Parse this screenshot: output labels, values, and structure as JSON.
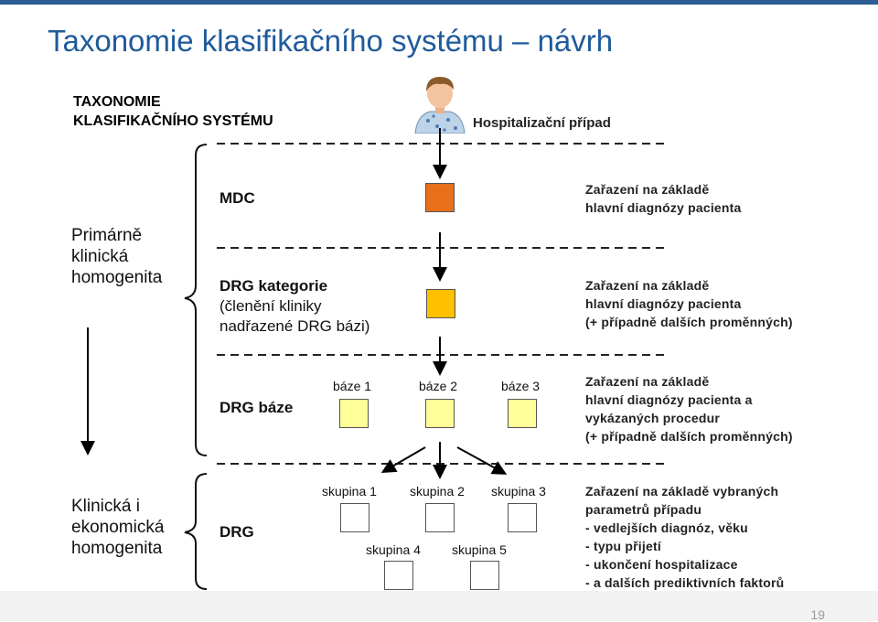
{
  "title": "Taxonomie klasifikačního systému – návrh",
  "taxonomy_heading": [
    "TAXONOMIE",
    "KLASIFIKAČNÍHO SYSTÉMU"
  ],
  "case_label": "Hospitalizační případ",
  "left_labels": {
    "primary": [
      "Primárně",
      "klinická",
      "homogenita"
    ],
    "secondary": [
      "Klinická i",
      "ekonomická",
      "homogenita"
    ]
  },
  "levels": {
    "mdc": "MDC",
    "kategorie": [
      "DRG kategorie",
      "(členění kliniky",
      "nadřazené DRG bázi)"
    ],
    "baze": "DRG báze",
    "drg": "DRG"
  },
  "baze_labels": [
    "báze 1",
    "báze 2",
    "báze 3"
  ],
  "skupina_labels": [
    "skupina 1",
    "skupina 2",
    "skupina 3",
    "skupina 4",
    "skupina 5"
  ],
  "descriptions": {
    "mdc": [
      "Zařazení na základě",
      "hlavní diagnózy pacienta"
    ],
    "kategorie": [
      "Zařazení na základě",
      "hlavní diagnózy pacienta",
      "(+ případně dalších proměnných)"
    ],
    "baze": [
      "Zařazení na základě",
      "hlavní diagnózy pacienta a",
      "vykázaných procedur",
      "(+ případně dalších proměnných)"
    ],
    "drg": [
      "Zařazení na základě vybraných",
      "parametrů případu",
      "- vedlejších diagnóz, věku",
      "- typu přijetí",
      "- ukončení hospitalizace",
      "- a dalších prediktivních faktorů"
    ]
  },
  "colors": {
    "accent": "#2c5d92",
    "title": "#1f5a9b",
    "mdc_box": "#e8701a",
    "kategorie_box": "#ffc000",
    "baze_box": "#ffff99",
    "drg_box": "#ffffff"
  },
  "icons": {
    "patient": "patient-icon"
  },
  "page_number": "19"
}
